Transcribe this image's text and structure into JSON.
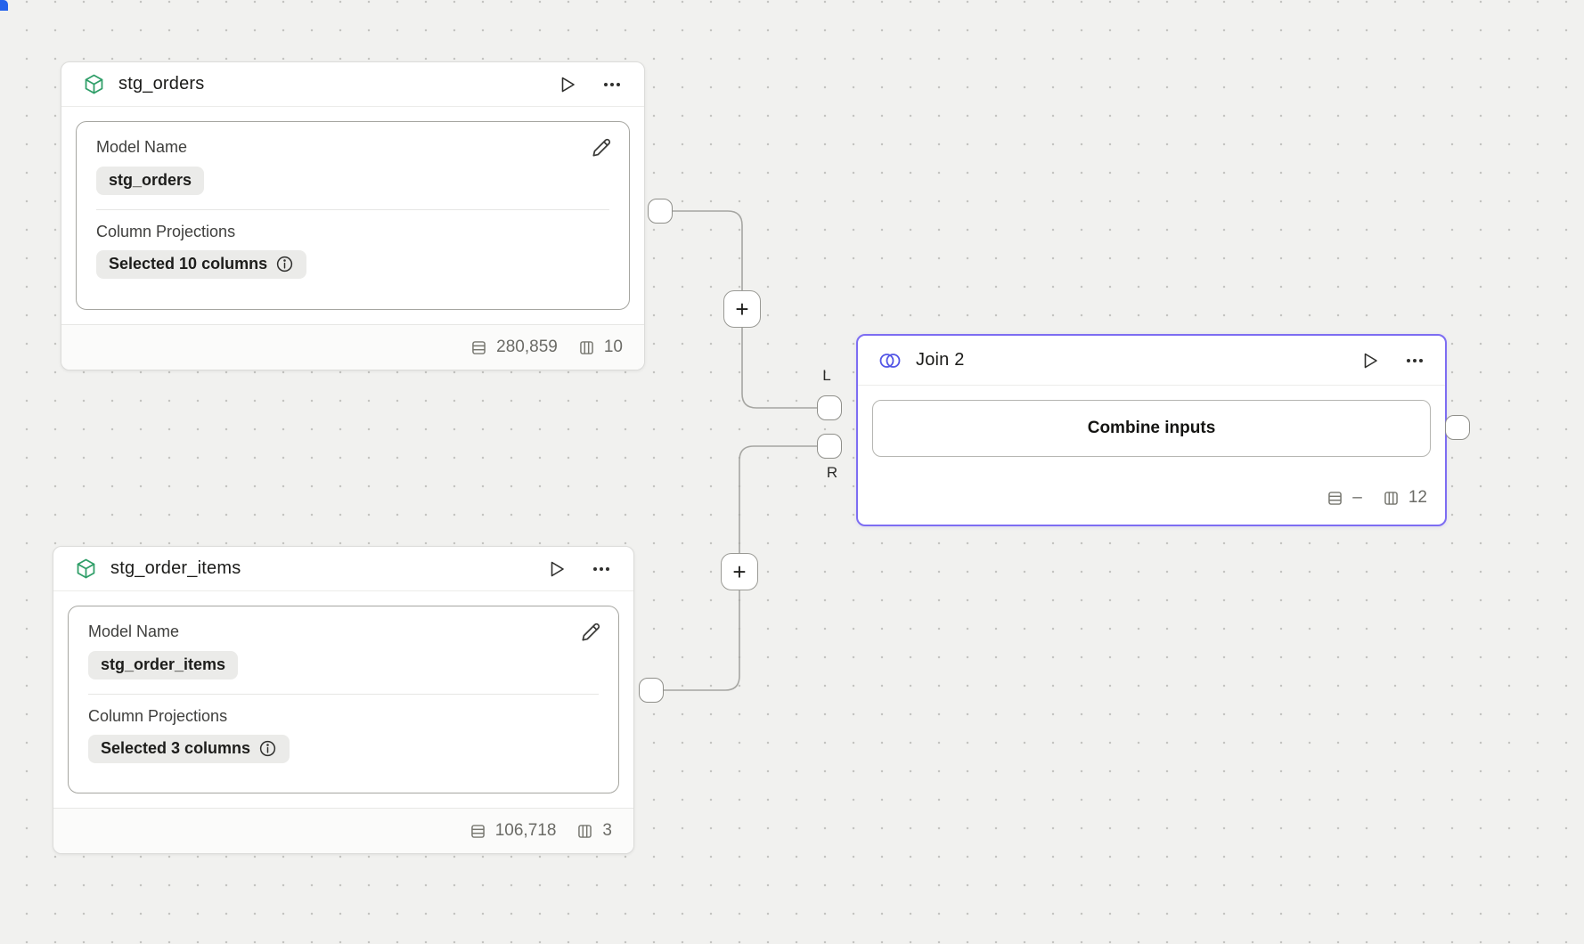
{
  "canvas": {
    "background": "#f1f1ef",
    "dot_color": "#c4c4c1"
  },
  "icons": {
    "plus": "+"
  },
  "ports": {
    "left_label": "L",
    "right_label": "R"
  },
  "nodes": {
    "stg_orders": {
      "title": "stg_orders",
      "model_name_label": "Model Name",
      "model_name_value": "stg_orders",
      "column_projections_label": "Column Projections",
      "column_projections_value": "Selected 10 columns",
      "row_count": "280,859",
      "column_count": "10"
    },
    "stg_order_items": {
      "title": "stg_order_items",
      "model_name_label": "Model Name",
      "model_name_value": "stg_order_items",
      "column_projections_label": "Column Projections",
      "column_projections_value": "Selected 3 columns",
      "row_count": "106,718",
      "column_count": "3"
    },
    "join": {
      "title": "Join 2",
      "combine_button_label": "Combine inputs",
      "row_count": "–",
      "column_count": "12"
    }
  },
  "colors": {
    "model_icon_green": "#2f9e68",
    "join_icon_indigo": "#5356e6",
    "selected_border_purple": "#7d6df2",
    "corner_accent_blue": "#2563eb",
    "edge_gray": "#a6a6a2"
  }
}
